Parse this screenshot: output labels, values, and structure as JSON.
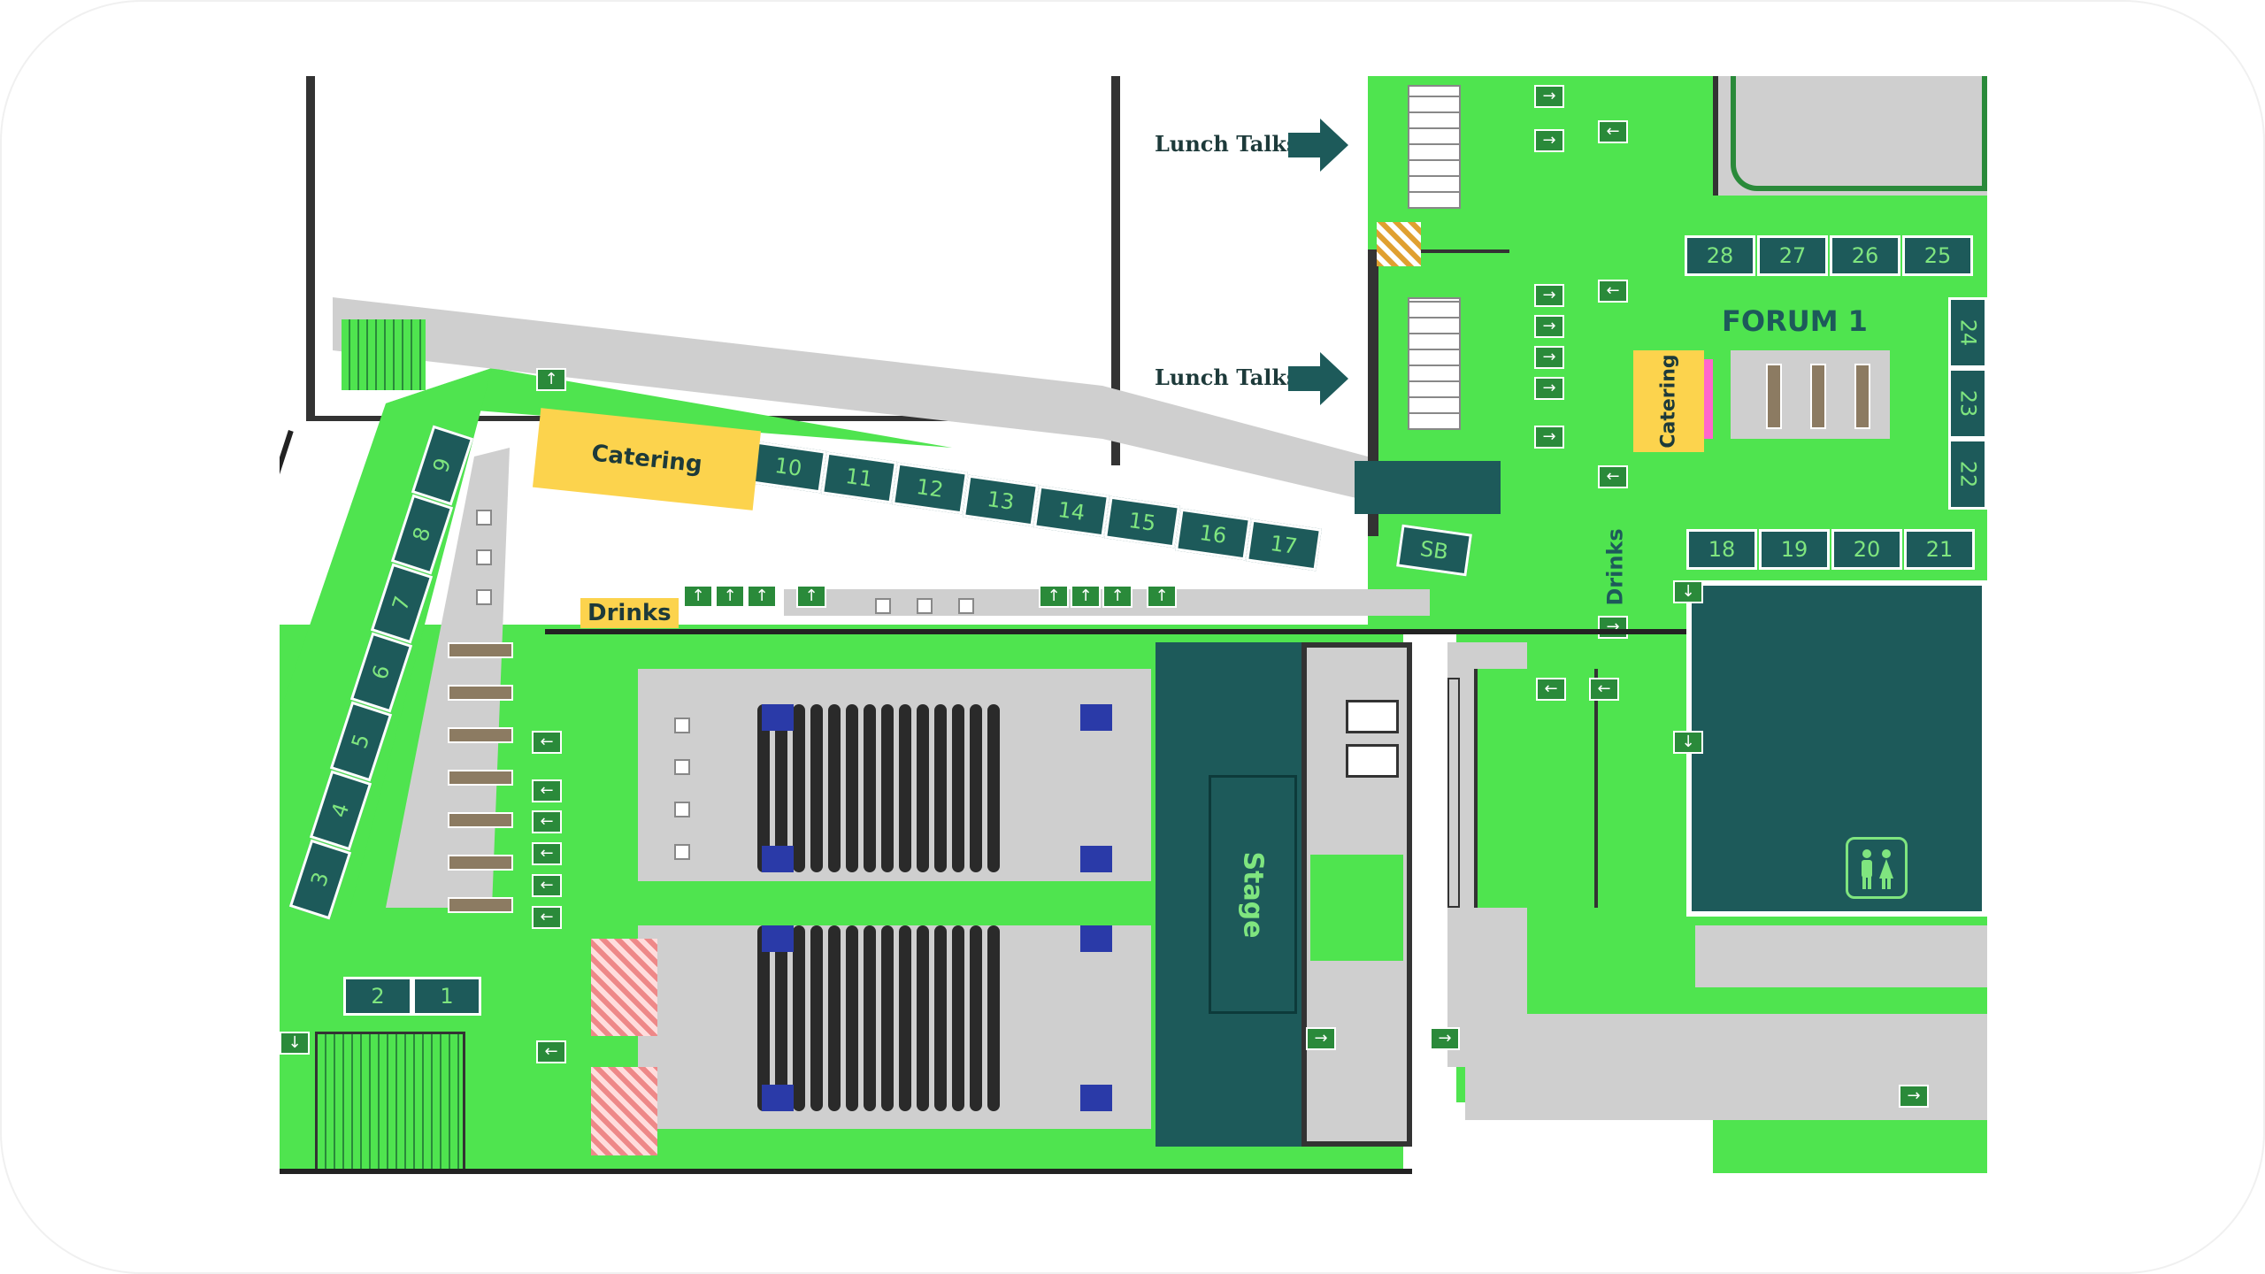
{
  "labels": {
    "lunch_talks_1": "Lunch Talks",
    "lunch_talks_2": "Lunch Talks",
    "catering_main": "Catering",
    "catering_forum": "Catering",
    "drinks_main": "Drinks",
    "drinks_side": "Drinks",
    "stage": "Stage",
    "forum": "FORUM 1",
    "sb": "SB"
  },
  "booths": [
    "1",
    "2",
    "3",
    "4",
    "5",
    "6",
    "7",
    "8",
    "9",
    "10",
    "11",
    "12",
    "13",
    "14",
    "15",
    "16",
    "17",
    "18",
    "19",
    "20",
    "21",
    "22",
    "23",
    "24",
    "25",
    "26",
    "27",
    "28"
  ],
  "colors": {
    "floor_green": "#4fe44f",
    "booth_teal": "#1d5a5a",
    "catering_yellow": "#fcd34d",
    "corridor_grey": "#cfcfcf"
  },
  "icons": {
    "restroom": "restroom-icon",
    "arrow": "arrow-right-icon",
    "exit": "exit-sign-icon"
  }
}
